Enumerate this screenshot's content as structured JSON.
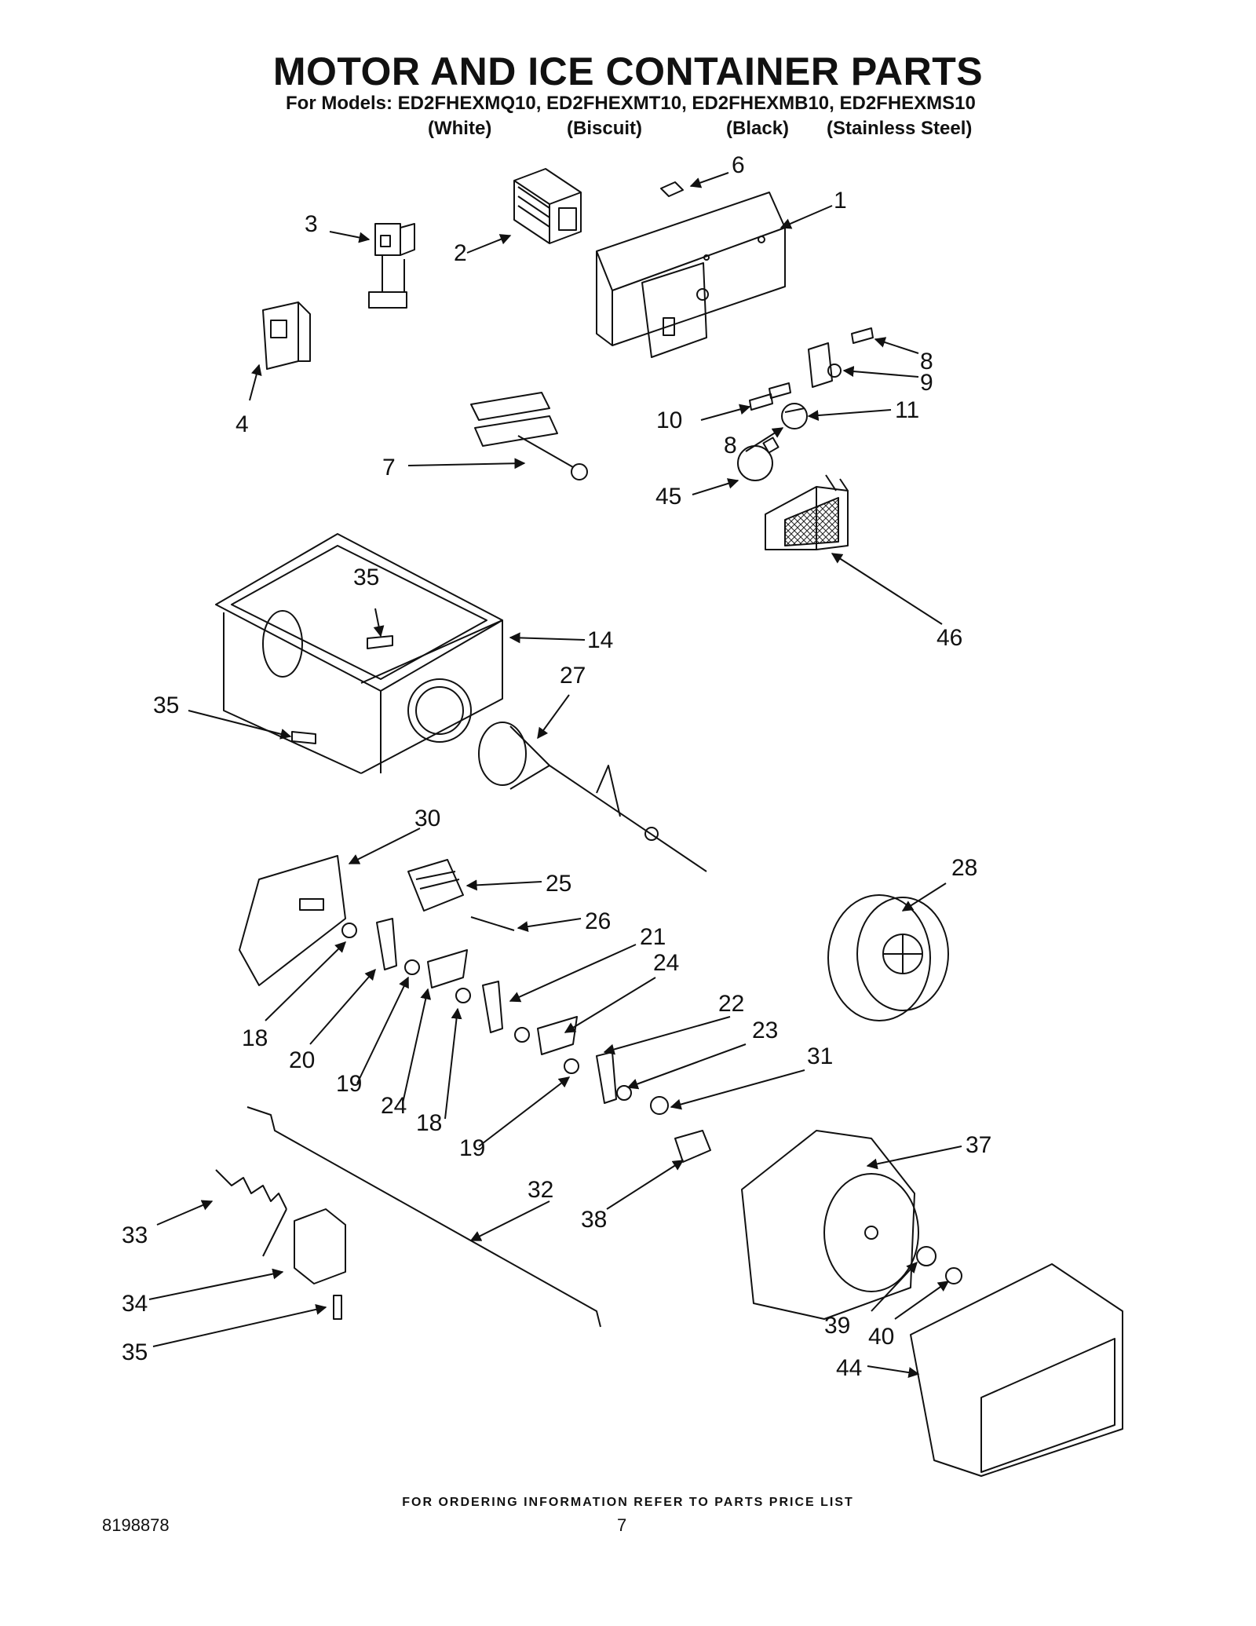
{
  "header": {
    "title": "MOTOR AND ICE CONTAINER PARTS",
    "models_line": "For Models: ED2FHEXMQ10, ED2FHEXMT10, ED2FHEXMB10, ED2FHEXMS10",
    "variants": [
      "(White)",
      "(Biscuit)",
      "(Black)",
      "(Stainless Steel)"
    ]
  },
  "diagram": {
    "part_labels": [
      "1",
      "2",
      "3",
      "4",
      "6",
      "7",
      "8",
      "9",
      "10",
      "11",
      "8",
      "45",
      "46",
      "14",
      "35",
      "35",
      "27",
      "28",
      "30",
      "25",
      "26",
      "21",
      "24",
      "18",
      "20",
      "19",
      "24",
      "18",
      "22",
      "23",
      "31",
      "19",
      "37",
      "38",
      "32",
      "33",
      "34",
      "35",
      "39",
      "40",
      "44"
    ]
  },
  "footer": {
    "ordering_note": "FOR ORDERING INFORMATION REFER TO PARTS PRICE LIST",
    "doc_number": "8198878",
    "page_number": "7"
  }
}
